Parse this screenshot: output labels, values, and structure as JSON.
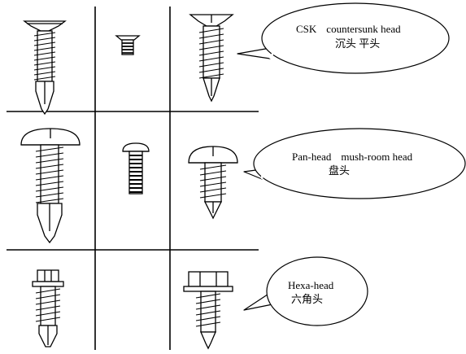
{
  "rows": [
    {
      "type_name": "CSK",
      "type_desc": "countersunk head",
      "chinese": "沉头 平头"
    },
    {
      "type_name": "Pan-head",
      "type_desc": "mush-room head",
      "chinese": "盘头"
    },
    {
      "type_name": "Hexa-head",
      "type_desc": "",
      "chinese": "六角头"
    }
  ],
  "colors": {
    "line": "#000000",
    "fill": "#ffffff"
  },
  "icons": [
    "self-drilling-screw-icon",
    "machine-screw-icon",
    "tapping-screw-icon"
  ]
}
